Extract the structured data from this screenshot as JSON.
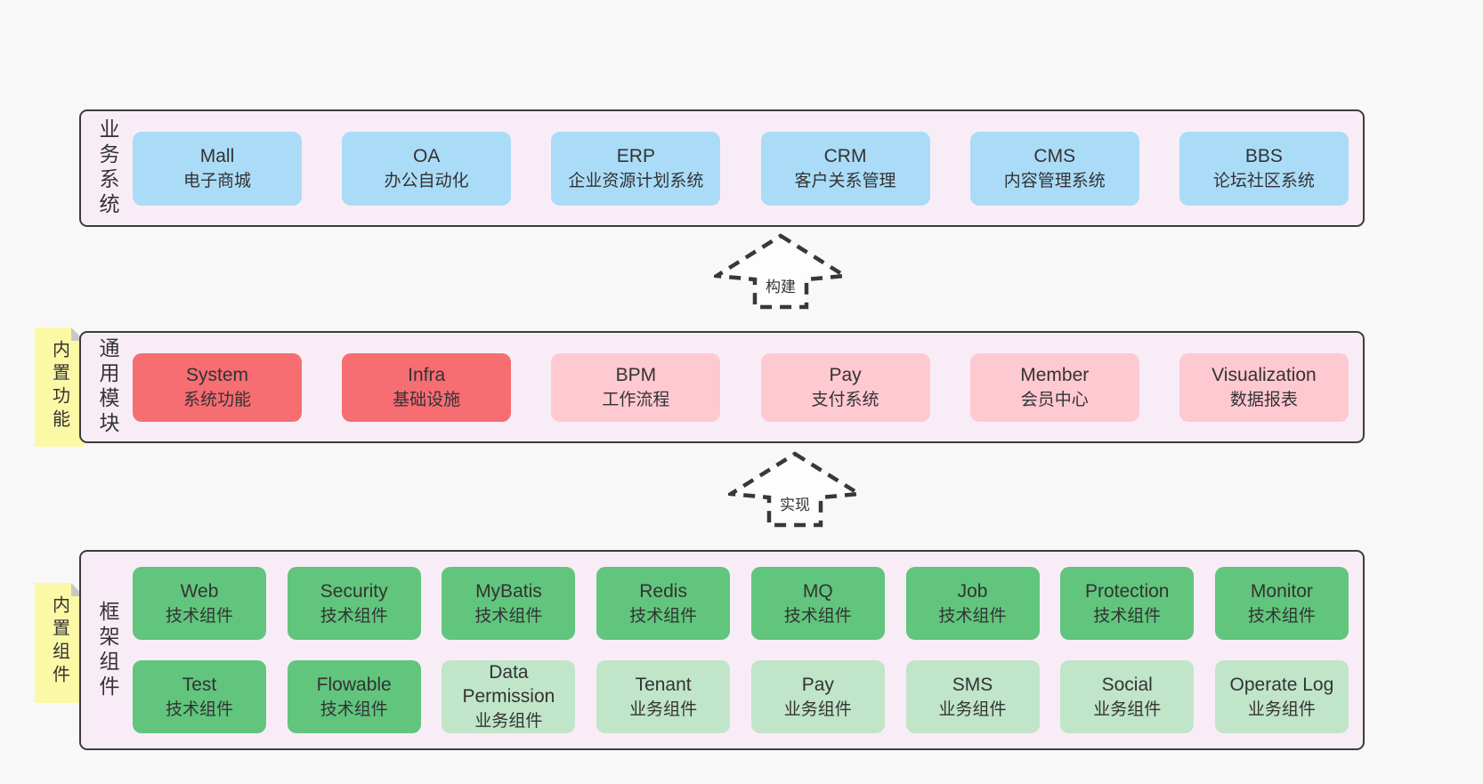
{
  "colors": {
    "page_background": "#f8f8f8",
    "band_background": "#f8edf6",
    "band_border": "#3c3c3c",
    "blue_box": "#aadcf8",
    "red_box": "#f66d72",
    "pink_box": "#ffc9d2",
    "green_box": "#61c57d",
    "light_green_box": "#c0e5c8",
    "sticky_yellow": "#fbf9a6",
    "sticky_fold_gray": "#c8c8c8",
    "text": "#333333"
  },
  "band1": {
    "label": "业务系统",
    "boxes": [
      {
        "title": "Mall",
        "subtitle": "电子商城",
        "type": "blue"
      },
      {
        "title": "OA",
        "subtitle": "办公自动化",
        "type": "blue"
      },
      {
        "title": "ERP",
        "subtitle": "企业资源计划系统",
        "type": "blue"
      },
      {
        "title": "CRM",
        "subtitle": "客户关系管理",
        "type": "blue"
      },
      {
        "title": "CMS",
        "subtitle": "内容管理系统",
        "type": "blue"
      },
      {
        "title": "BBS",
        "subtitle": "论坛社区系统",
        "type": "blue"
      }
    ]
  },
  "arrow1": {
    "label": "构建"
  },
  "band2": {
    "label": "通用模块",
    "sticky": "内置功能",
    "boxes": [
      {
        "title": "System",
        "subtitle": "系统功能",
        "type": "red"
      },
      {
        "title": "Infra",
        "subtitle": "基础设施",
        "type": "red"
      },
      {
        "title": "BPM",
        "subtitle": "工作流程",
        "type": "pink"
      },
      {
        "title": "Pay",
        "subtitle": "支付系统",
        "type": "pink"
      },
      {
        "title": "Member",
        "subtitle": "会员中心",
        "type": "pink"
      },
      {
        "title": "Visualization",
        "subtitle": "数据报表",
        "type": "pink"
      }
    ]
  },
  "arrow2": {
    "label": "实现"
  },
  "band3": {
    "label": "框架组件",
    "sticky": "内置组件",
    "row1": [
      {
        "title": "Web",
        "subtitle": "技术组件",
        "type": "green"
      },
      {
        "title": "Security",
        "subtitle": "技术组件",
        "type": "green"
      },
      {
        "title": "MyBatis",
        "subtitle": "技术组件",
        "type": "green"
      },
      {
        "title": "Redis",
        "subtitle": "技术组件",
        "type": "green"
      },
      {
        "title": "MQ",
        "subtitle": "技术组件",
        "type": "green"
      },
      {
        "title": "Job",
        "subtitle": "技术组件",
        "type": "green"
      },
      {
        "title": "Protection",
        "subtitle": "技术组件",
        "type": "green"
      },
      {
        "title": "Monitor",
        "subtitle": "技术组件",
        "type": "green"
      }
    ],
    "row2": [
      {
        "title": "Test",
        "subtitle": "技术组件",
        "type": "green"
      },
      {
        "title": "Flowable",
        "subtitle": "技术组件",
        "type": "green"
      },
      {
        "title": "Data Permission",
        "subtitle": "业务组件",
        "type": "light-green"
      },
      {
        "title": "Tenant",
        "subtitle": "业务组件",
        "type": "light-green"
      },
      {
        "title": "Pay",
        "subtitle": "业务组件",
        "type": "light-green"
      },
      {
        "title": "SMS",
        "subtitle": "业务组件",
        "type": "light-green"
      },
      {
        "title": "Social",
        "subtitle": "业务组件",
        "type": "light-green"
      },
      {
        "title": "Operate Log",
        "subtitle": "业务组件",
        "type": "light-green"
      }
    ]
  }
}
